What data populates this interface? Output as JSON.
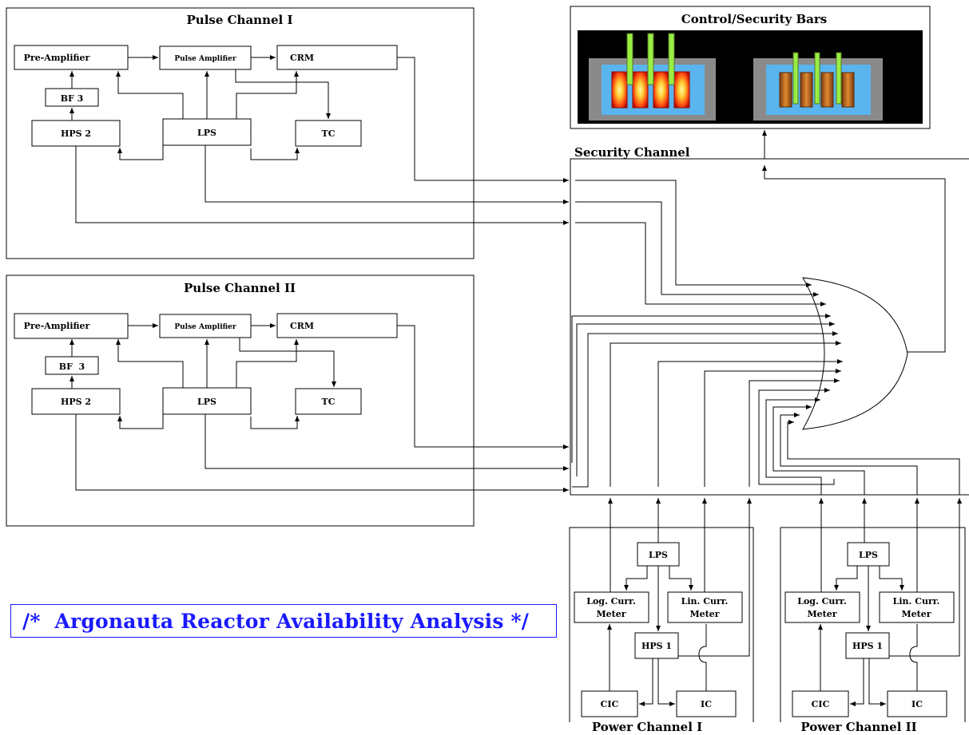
{
  "title_banner": "/*  Argonauta Reactor Availability Analysis */",
  "pulse_channels": [
    {
      "title": "Pulse Channel I",
      "pre_amplifier": "Pre-Amplifier",
      "pulse_amplifier": "Pulse Amplifier",
      "crm": "CRM",
      "bf3": "BF 3",
      "hps2": "HPS 2",
      "lps": "LPS",
      "tc": "TC"
    },
    {
      "title": "Pulse Channel II",
      "pre_amplifier": "Pre-Amplifier",
      "pulse_amplifier": "Pulse Amplifier",
      "crm": "CRM",
      "bf3": "BF  3",
      "hps2": "HPS 2",
      "lps": "LPS",
      "tc": "TC"
    }
  ],
  "control_bars": {
    "title": "Control/Security Bars"
  },
  "security_channel": {
    "title": "Security Channel"
  },
  "power_channels": [
    {
      "title": "Power Channel I",
      "lps": "LPS",
      "log_meter_1": "Log. Curr.",
      "log_meter_2": "Meter",
      "lin_meter_1": "Lin. Curr.",
      "lin_meter_2": "Meter",
      "hps1": "HPS 1",
      "cic": "CIC",
      "ic": "IC"
    },
    {
      "title": "Power Channel II",
      "lps": "LPS",
      "log_meter_1": "Log. Curr.",
      "log_meter_2": "Meter",
      "lin_meter_1": "Lin. Curr.",
      "lin_meter_2": "Meter",
      "hps1": "HPS 1",
      "cic": "CIC",
      "ic": "IC"
    }
  ],
  "colors": {
    "banner": "#1a1aff",
    "control_panel_bg": "#000000",
    "tank": "#5ab4ee",
    "tank_frame": "#8a8a8a",
    "rod": "#99ee44",
    "fuel_hot": "#ffcc33",
    "fuel_edge": "#cc1100",
    "fuel_cold": "#d9802a"
  }
}
